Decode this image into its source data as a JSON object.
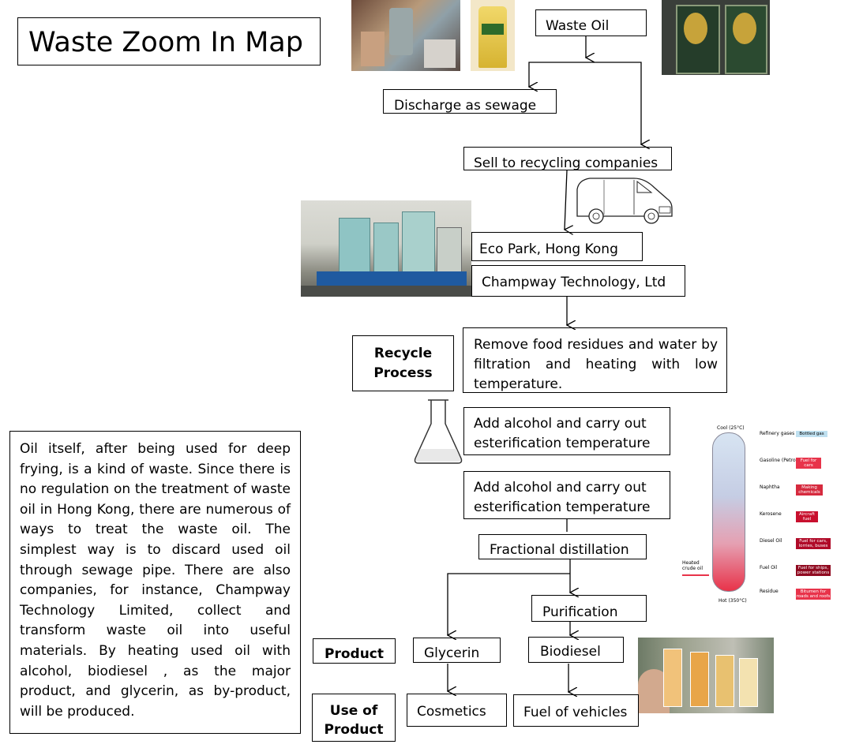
{
  "title": "Waste Zoom In Map",
  "nodes": {
    "waste_oil": "Waste Oil",
    "discharge": "Discharge as sewage",
    "sell": "Sell to recycling companies",
    "eco_park": "Eco Park, Hong Kong",
    "champway": "Champway Technology, Ltd",
    "remove": "Remove  food residues and water by filtration and heating with low temperature.",
    "add_alcohol_1": "Add alcohol and carry out esterification temperature",
    "add_alcohol_2": "Add alcohol and carry out esterification temperature",
    "fractional": "Fractional distillation",
    "purification": "Purification",
    "glycerin": "Glycerin",
    "biodiesel": "Biodiesel",
    "cosmetics": "Cosmetics",
    "fuel": "Fuel of vehicles"
  },
  "labels": {
    "recycle_process": "Recycle Process",
    "product": "Product",
    "use_of_product": "Use of Product"
  },
  "description": "Oil itself, after being used for deep frying, is a kind of waste. Since there is no regulation on the treatment of waste oil in Hong Kong, there are numerous of ways to treat the waste oil. The simplest way is to discard used oil through sewage pipe. There are also companies, for instance, Champway Technology Limited, collect and transform waste oil into useful materials. By heating used oil with alcohol, biodiesel , as the major product, and glycerin, as by-product, will be produced.",
  "distillation": {
    "top": "Cool (25°C)",
    "bottom": "Hot (350°C)",
    "input": "Heated crude oil",
    "fractions": [
      {
        "name": "Refinery gases",
        "use": "Bottled gas"
      },
      {
        "name": "Gasoline (Petrol)",
        "use": "Fuel for cars"
      },
      {
        "name": "Naphtha",
        "use": "Making chemicals"
      },
      {
        "name": "Kerosene",
        "use": "Aircraft fuel"
      },
      {
        "name": "Diesel Oil",
        "use": "Fuel for cars, lorries, buses"
      },
      {
        "name": "Fuel Oil",
        "use": "Fuel for ships, power stations"
      },
      {
        "name": "Residue",
        "use": "Bitumen for roads and roofs"
      }
    ]
  },
  "colors": {
    "line": "#000000",
    "column_top": "#c9d9ec",
    "column_bottom": "#e8334a",
    "use_label": "#c8102e"
  }
}
